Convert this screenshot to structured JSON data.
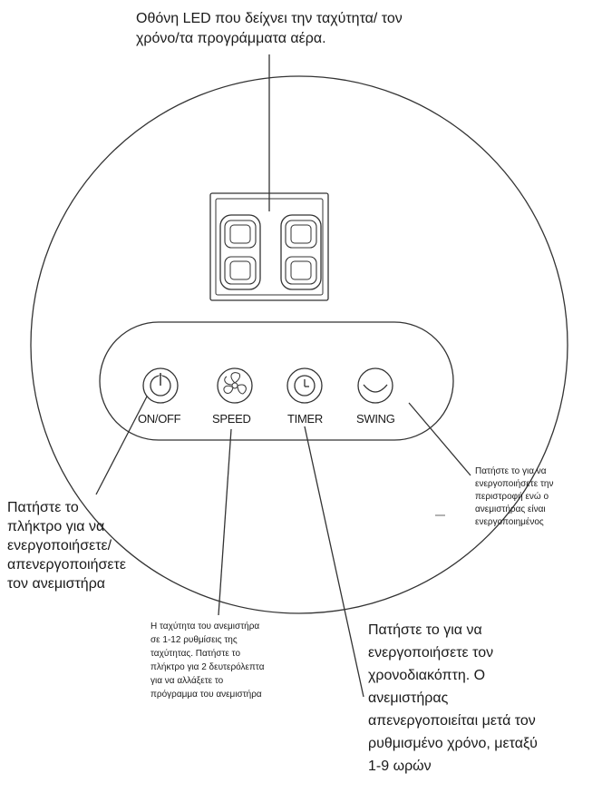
{
  "annotations": {
    "top": "Οθόνη LED που δείχνει την ταχύτητα/  τον\nχρόνο/τα προγράμματα αέρα.",
    "power": "Πατήστε το\nπλήκτρο για να\nενεργοποιήσετε/\nαπενεργοποιήσετε\nτον ανεμιστήρα",
    "speed": "Η ταχύτητα του ανεμιστήρα\nσε 1-12 ρυθμίσεις της\nταχύτητας. Πατήστε το\nπλήκτρο για 2 δευτερόλεπτα\nγια να αλλάξετε το\nπρόγραμμα του ανεμιστήρα",
    "timer": "Πατήστε το για να\nενεργοποιήσετε τον\nχρονοδιακόπτη. Ο\nανεμιστήρας\nαπενεργοποιείται μετά τον\nρυθμισμένο χρόνο, μεταξύ\n1-9 ωρών",
    "swing": "Πατήστε το για να\nενεργοποιήσετε την\nπεριστροφή ενώ ο\nανεμιστήρας είναι\nενεργοποιημένος"
  },
  "display": {
    "digits": [
      "8",
      "8"
    ]
  },
  "buttons": [
    {
      "id": "onoff",
      "label": "ON/OFF",
      "icon": "power-icon"
    },
    {
      "id": "speed",
      "label": "SPEED",
      "icon": "fan-icon"
    },
    {
      "id": "timer",
      "label": "TIMER",
      "icon": "clock-icon"
    },
    {
      "id": "swing",
      "label": "SWING",
      "icon": "swing-icon"
    }
  ],
  "colors": {
    "line": "#333333",
    "text": "#1a1a1a"
  }
}
